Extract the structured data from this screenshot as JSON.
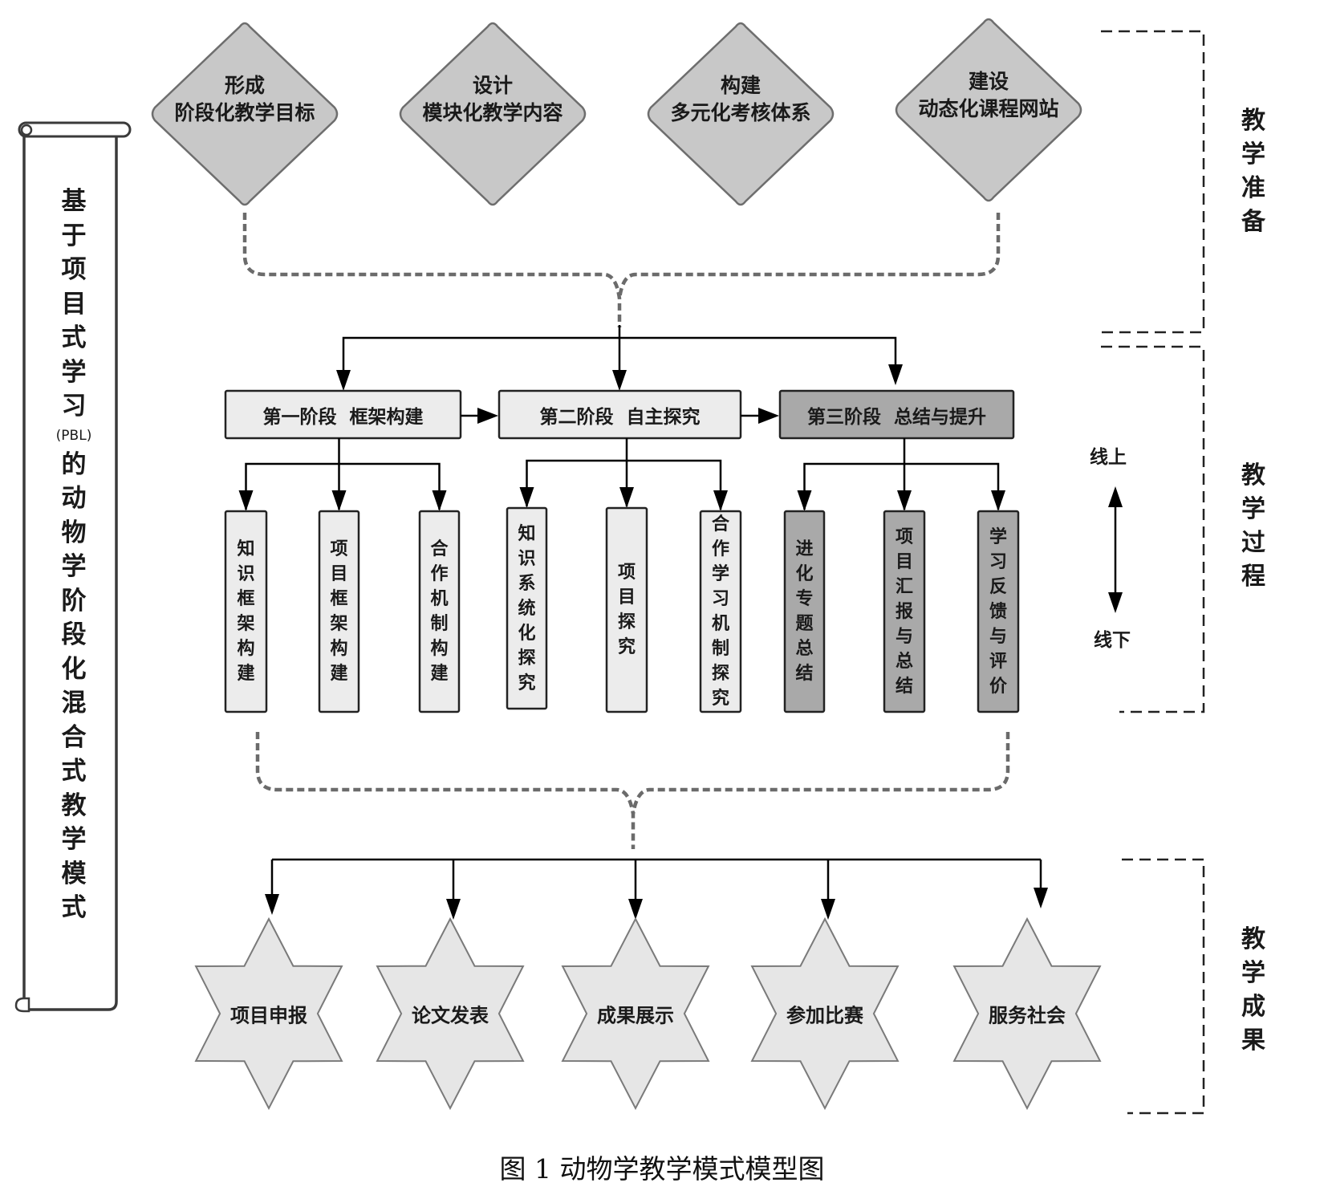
{
  "scroll_title": {
    "chars": [
      "基",
      "于",
      "项",
      "目",
      "式",
      "学",
      "习",
      "(PBL)",
      "的",
      "动",
      "物",
      "学",
      "阶",
      "段",
      "化",
      "混",
      "合",
      "式",
      "教",
      "学",
      "模",
      "式"
    ]
  },
  "preparation": {
    "items": [
      {
        "line1": "形成",
        "line2": "阶段化教学目标"
      },
      {
        "line1": "设计",
        "line2": "模块化教学内容"
      },
      {
        "line1": "构建",
        "line2": "多元化考核体系"
      },
      {
        "line1": "建设",
        "line2": "动态化课程网站"
      }
    ]
  },
  "stages": [
    {
      "label": "第一阶段  框架构建",
      "fill": "#ececec",
      "children": [
        {
          "label": "知识框架构建"
        },
        {
          "label": "项目框架构建"
        },
        {
          "label": "合作机制构建"
        }
      ]
    },
    {
      "label": "第二阶段  自主探究",
      "fill": "#ececec",
      "children": [
        {
          "label": "知识系统化探究"
        },
        {
          "label": "项目探究"
        },
        {
          "label": "合作学习机制探究"
        }
      ]
    },
    {
      "label": "第三阶段  总结与提升",
      "fill": "#a9a9a9",
      "children": [
        {
          "label": "进化专题总结"
        },
        {
          "label": "项目汇报与总结"
        },
        {
          "label": "学习反馈与评价"
        }
      ]
    }
  ],
  "online_offline": {
    "top": "线上",
    "bottom": "线下",
    "icon": "double-headed-arrow-icon"
  },
  "outcomes": {
    "items": [
      "项目申报",
      "论文发表",
      "成果展示",
      "参加比赛",
      "服务社会"
    ]
  },
  "sections": [
    {
      "label": "教学准备"
    },
    {
      "label": "教学过程"
    },
    {
      "label": "教学成果"
    }
  ],
  "caption": "图 1  动物学教学模式模型图",
  "colors": {
    "diamond_fill": "#c8c8c8",
    "diamond_stroke": "#6e6e6e",
    "light_box": "#ececec",
    "dark_box": "#a9a9a9",
    "star_fill": "#e6e6e6",
    "star_stroke": "#7a7a7a",
    "dash_connector": "#6b6b6b"
  }
}
